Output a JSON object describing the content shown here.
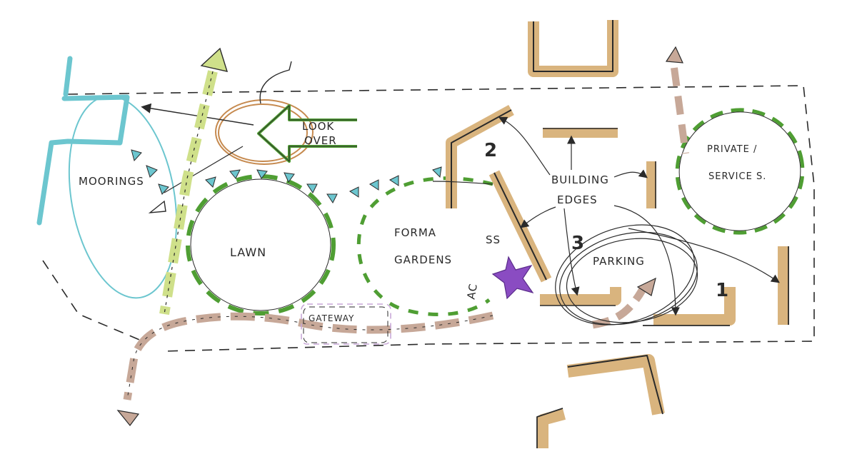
{
  "labels": {
    "moorings": "MOORINGS",
    "look_over_1": "LOOK",
    "look_over_2": "OVER",
    "lawn": "LAWN",
    "forma_1": "FORMA",
    "forma_2": "GARDENS",
    "access_1": "SS",
    "access_2": "AC",
    "building_1": "BUILDING",
    "building_2": "EDGES",
    "private_1": "PRIVATE /",
    "private_2": "SERVICE S.",
    "parking": "PARKING",
    "gateway": "GATEWAY"
  },
  "numbers": {
    "n1": "1",
    "n2": "2",
    "n3": "3"
  },
  "colors": {
    "ink": "#2a2a2a",
    "water": "#6cc6cf",
    "green": "#4f9e33",
    "building": "#d9b47e",
    "path": "#c7a898",
    "yellow_green": "#cfe08a",
    "purple": "#8a4cc2",
    "gateway": "#c9a9d8"
  }
}
